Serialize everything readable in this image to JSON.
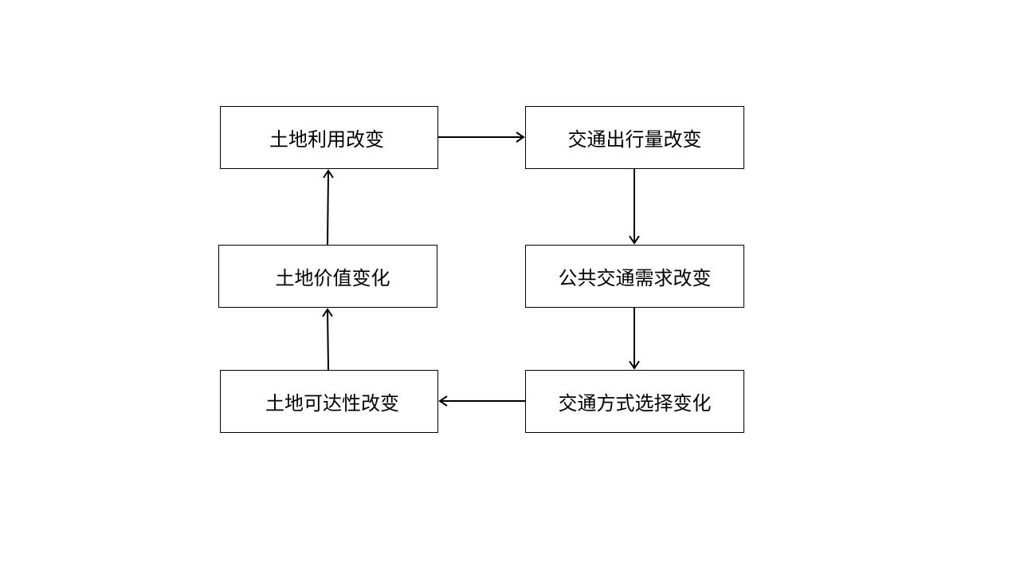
{
  "nodes": {
    "land_use_change": "土地利用改变",
    "traffic_volume_change": "交通出行量改变",
    "land_value_change": "土地价值变化",
    "transit_demand_change": "公共交通需求改变",
    "accessibility_change": "土地可达性改变",
    "mode_choice_change": "交通方式选择变化"
  },
  "edges": [
    {
      "from": "land_use_change",
      "to": "traffic_volume_change"
    },
    {
      "from": "traffic_volume_change",
      "to": "transit_demand_change"
    },
    {
      "from": "transit_demand_change",
      "to": "mode_choice_change"
    },
    {
      "from": "mode_choice_change",
      "to": "accessibility_change"
    },
    {
      "from": "accessibility_change",
      "to": "land_value_change"
    },
    {
      "from": "land_value_change",
      "to": "land_use_change"
    }
  ],
  "colors": {
    "stroke": "#000000",
    "background": "#ffffff"
  }
}
